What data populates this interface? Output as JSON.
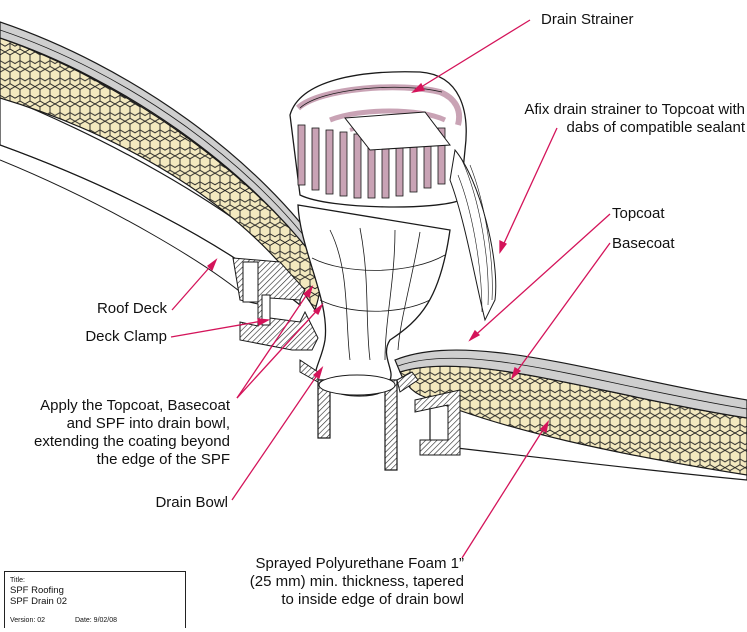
{
  "labels": {
    "drain_strainer": "Drain Strainer",
    "afix_line1": "Afix drain strainer to Topcoat with",
    "afix_line2": "dabs of compatible sealant",
    "topcoat": "Topcoat",
    "basecoat": "Basecoat",
    "roof_deck": "Roof Deck",
    "deck_clamp": "Deck Clamp",
    "apply_line1": "Apply the Topcoat, Basecoat",
    "apply_line2": "and SPF into drain bowl,",
    "apply_line3": "extending the coating beyond",
    "apply_line4": "the edge of the SPF",
    "drain_bowl": "Drain Bowl",
    "foam_line1": "Sprayed Polyurethane Foam 1”",
    "foam_line2": "(25 mm) min. thickness, tapered",
    "foam_line3": "to inside edge of drain bowl"
  },
  "title_block": {
    "title_label": "Title:",
    "title_line1": "SPF Roofing",
    "title_line2": "SPF Drain 02",
    "version": "Version:  02",
    "date": "Date: 9/02/08"
  },
  "colors": {
    "leader": "#d4145a",
    "foam": "#f3e9bf",
    "coating": "#cfcfcf",
    "strainer_slot": "#c9a3b5",
    "outline": "#1a1a1a"
  }
}
